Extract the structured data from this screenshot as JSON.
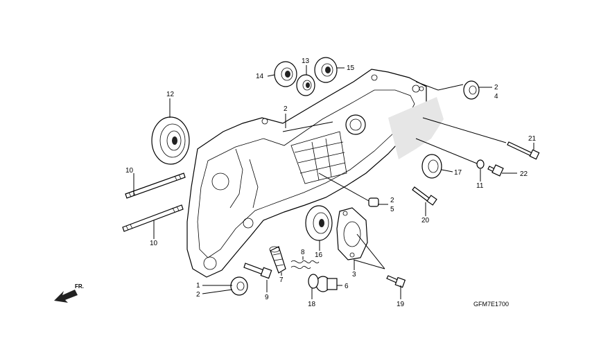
{
  "diagram_code": "GFM7E1700",
  "direction_label": "FR.",
  "callouts": {
    "p1": "1",
    "p2a": "2",
    "p2b": "2",
    "p2c": "2",
    "p2d": "2",
    "p3": "3",
    "p4": "4",
    "p5": "5",
    "p6": "6",
    "p7": "7",
    "p8": "8",
    "p9": "9",
    "p10a": "10",
    "p10b": "10",
    "p11": "11",
    "p12": "12",
    "p13": "13",
    "p14": "14",
    "p15": "15",
    "p16": "16",
    "p17": "17",
    "p18": "18",
    "p19": "19",
    "p20": "20",
    "p21": "21",
    "p22": "22"
  }
}
